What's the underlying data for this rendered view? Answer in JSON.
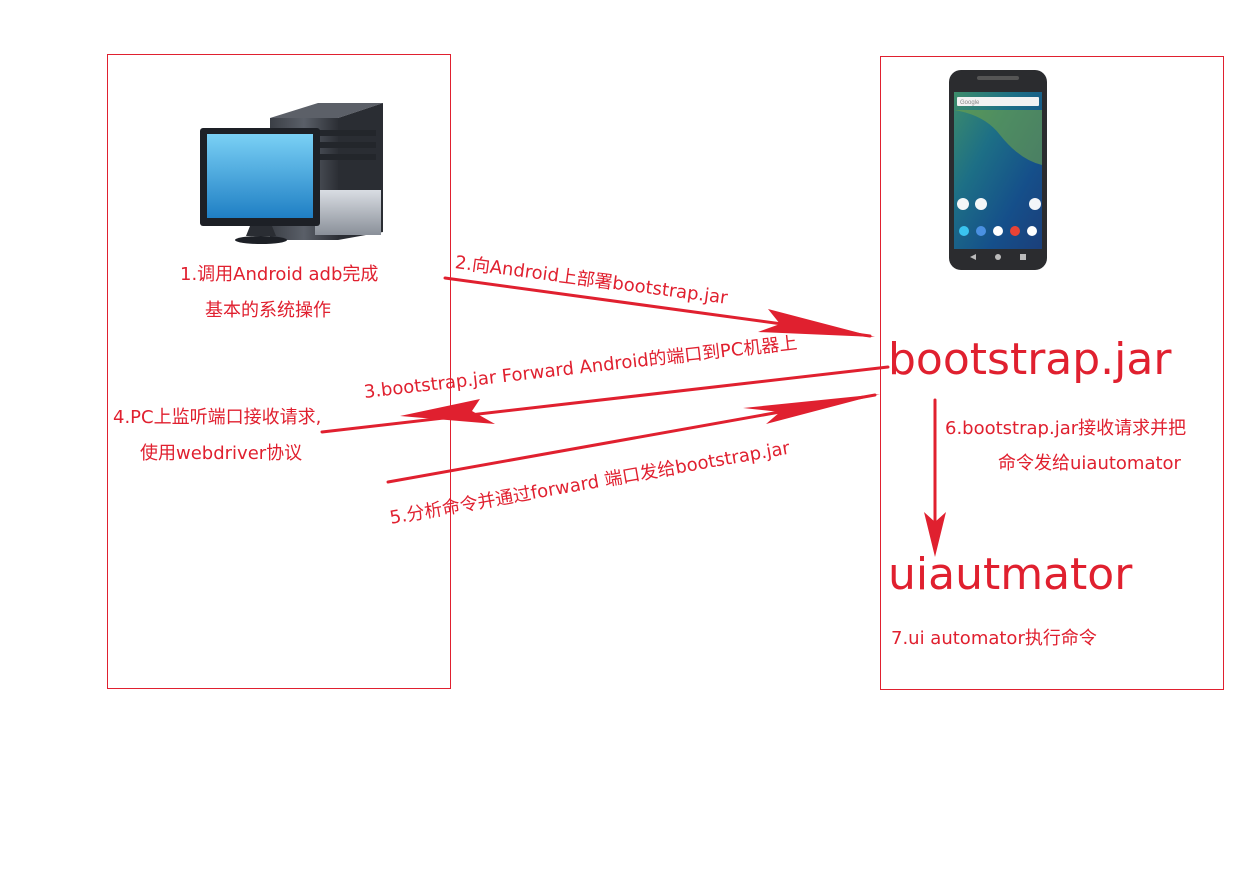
{
  "colors": {
    "accent": "#e0202f"
  },
  "nodes": {
    "bootstrap": "bootstrap.jar",
    "uiautomator": "uiautmator"
  },
  "steps": {
    "s1_line1": "1.调用Android adb完成",
    "s1_line2": "基本的系统操作",
    "s2": "2.向Android上部署bootstrap.jar",
    "s3": "3.bootstrap.jar Forward Android的端口到PC机器上",
    "s4_line1": "4.PC上监听端口接收请求,",
    "s4_line2": "使用webdriver协议",
    "s5": "5.分析命令并通过forward 端口发给bootstrap.jar",
    "s6_line1": "6.bootstrap.jar接收请求并把",
    "s6_line2": "命令发给uiautomator",
    "s7": "7.ui automator执行命令"
  },
  "phone_screen": {
    "search_label": "Google"
  },
  "icons": [
    "desktop-pc-icon",
    "android-phone-icon"
  ]
}
